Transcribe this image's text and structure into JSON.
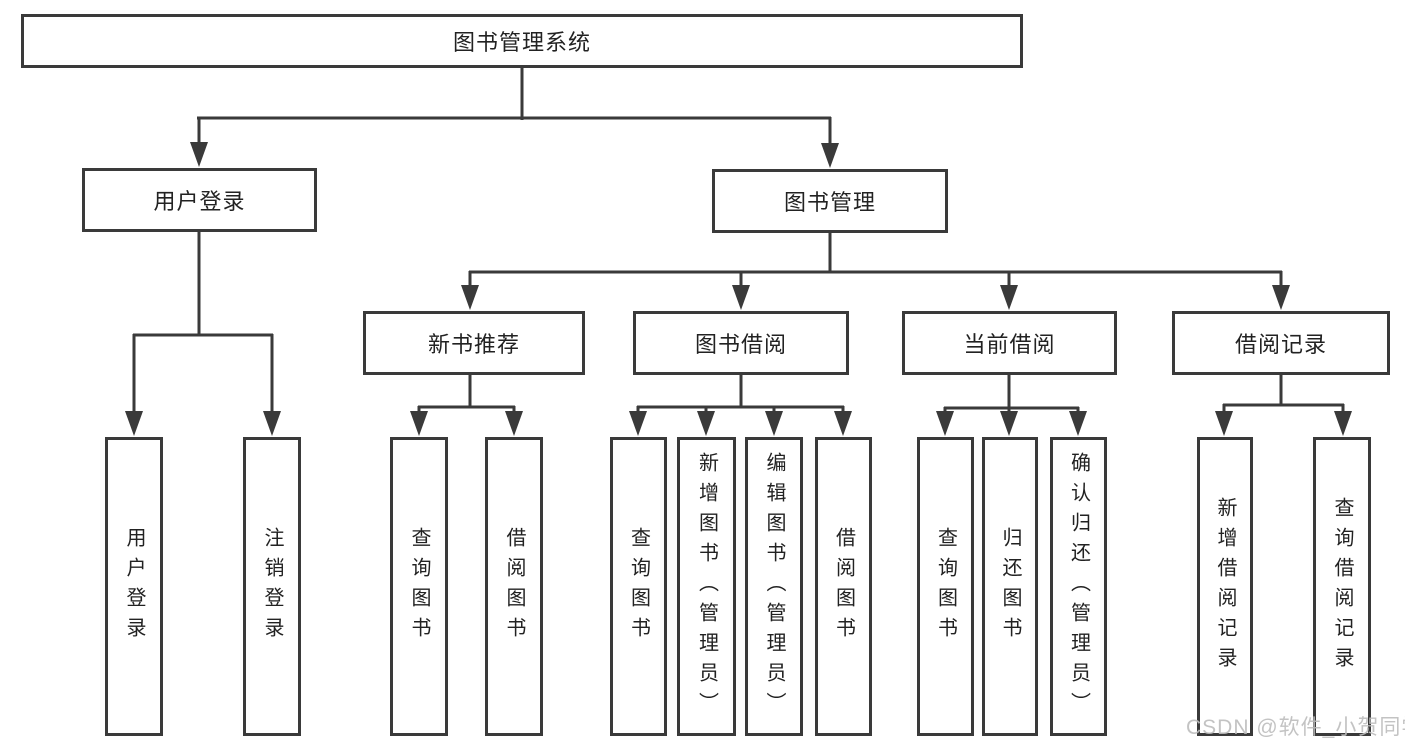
{
  "colors": {
    "line": "#3a3a3a",
    "text": "#222222",
    "box-bg": "#ffffff",
    "watermark": "#bdbdbd"
  },
  "diagram": {
    "root": "图书管理系统",
    "level2": [
      "用户登录",
      "图书管理"
    ],
    "level3": [
      "新书推荐",
      "图书借阅",
      "当前借阅",
      "借阅记录"
    ],
    "leaves": [
      "用户登录",
      "注销登录",
      "查询图书",
      "借阅图书",
      "查询图书",
      "新增图书（管理员）",
      "编辑图书（管理员）",
      "借阅图书",
      "查询图书",
      "归还图书",
      "确认归还（管理员）",
      "新增借阅记录",
      "查询借阅记录"
    ]
  },
  "watermark": "CSDN @软件_小贺同学"
}
